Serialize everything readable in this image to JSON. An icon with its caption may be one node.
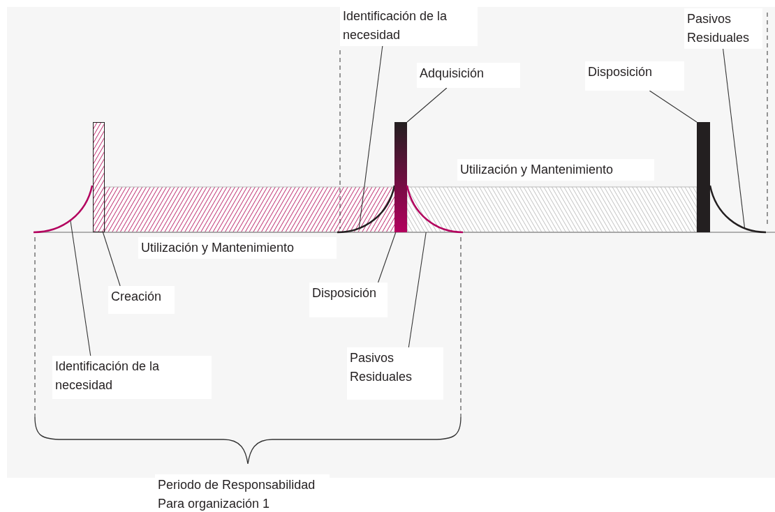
{
  "diagram": {
    "nodes": [
      {
        "text": [
          "Identificación de la necesidad"
        ]
      },
      {
        "text": [
          "Pasivos Residuales"
        ]
      },
      {
        "text": [
          "Adquisición"
        ]
      },
      {
        "text": [
          "Disposición"
        ]
      },
      {
        "text": [],
        "shape": "bar"
      },
      {
        "text": [],
        "shape": "curve"
      },
      {
        "text": [],
        "shape": "curve"
      },
      {
        "text": [],
        "shape": "bar"
      },
      {
        "text": [],
        "shape": "curve"
      },
      {
        "text": [],
        "shape": "bar"
      },
      {
        "text": [],
        "shape": "curve"
      },
      {
        "text": [
          "Creación"
        ]
      },
      {
        "text": [
          "Disposición"
        ]
      },
      {
        "text": [
          "Identificación de la necesidad"
        ]
      },
      {
        "text": [
          "Pasivos Residuales"
        ]
      }
    ],
    "edges": [
      {
        "from": 0,
        "to": 6,
        "arrow": "none"
      },
      {
        "from": 1,
        "to": 10,
        "arrow": "none"
      },
      {
        "from": 2,
        "to": 7,
        "arrow": "none"
      },
      {
        "from": 3,
        "to": 9,
        "arrow": "none"
      },
      {
        "from": 11,
        "to": 4,
        "arrow": "none"
      },
      {
        "from": 12,
        "to": 7,
        "arrow": "none"
      },
      {
        "from": 13,
        "to": 5,
        "arrow": "none"
      },
      {
        "from": 14,
        "to": 8,
        "arrow": "none"
      }
    ],
    "labels": [
      "Utilización y Mantenimiento",
      "Utilización y Mantenimiento",
      "Periodo de Responsabilidad Para organización 1"
    ]
  }
}
